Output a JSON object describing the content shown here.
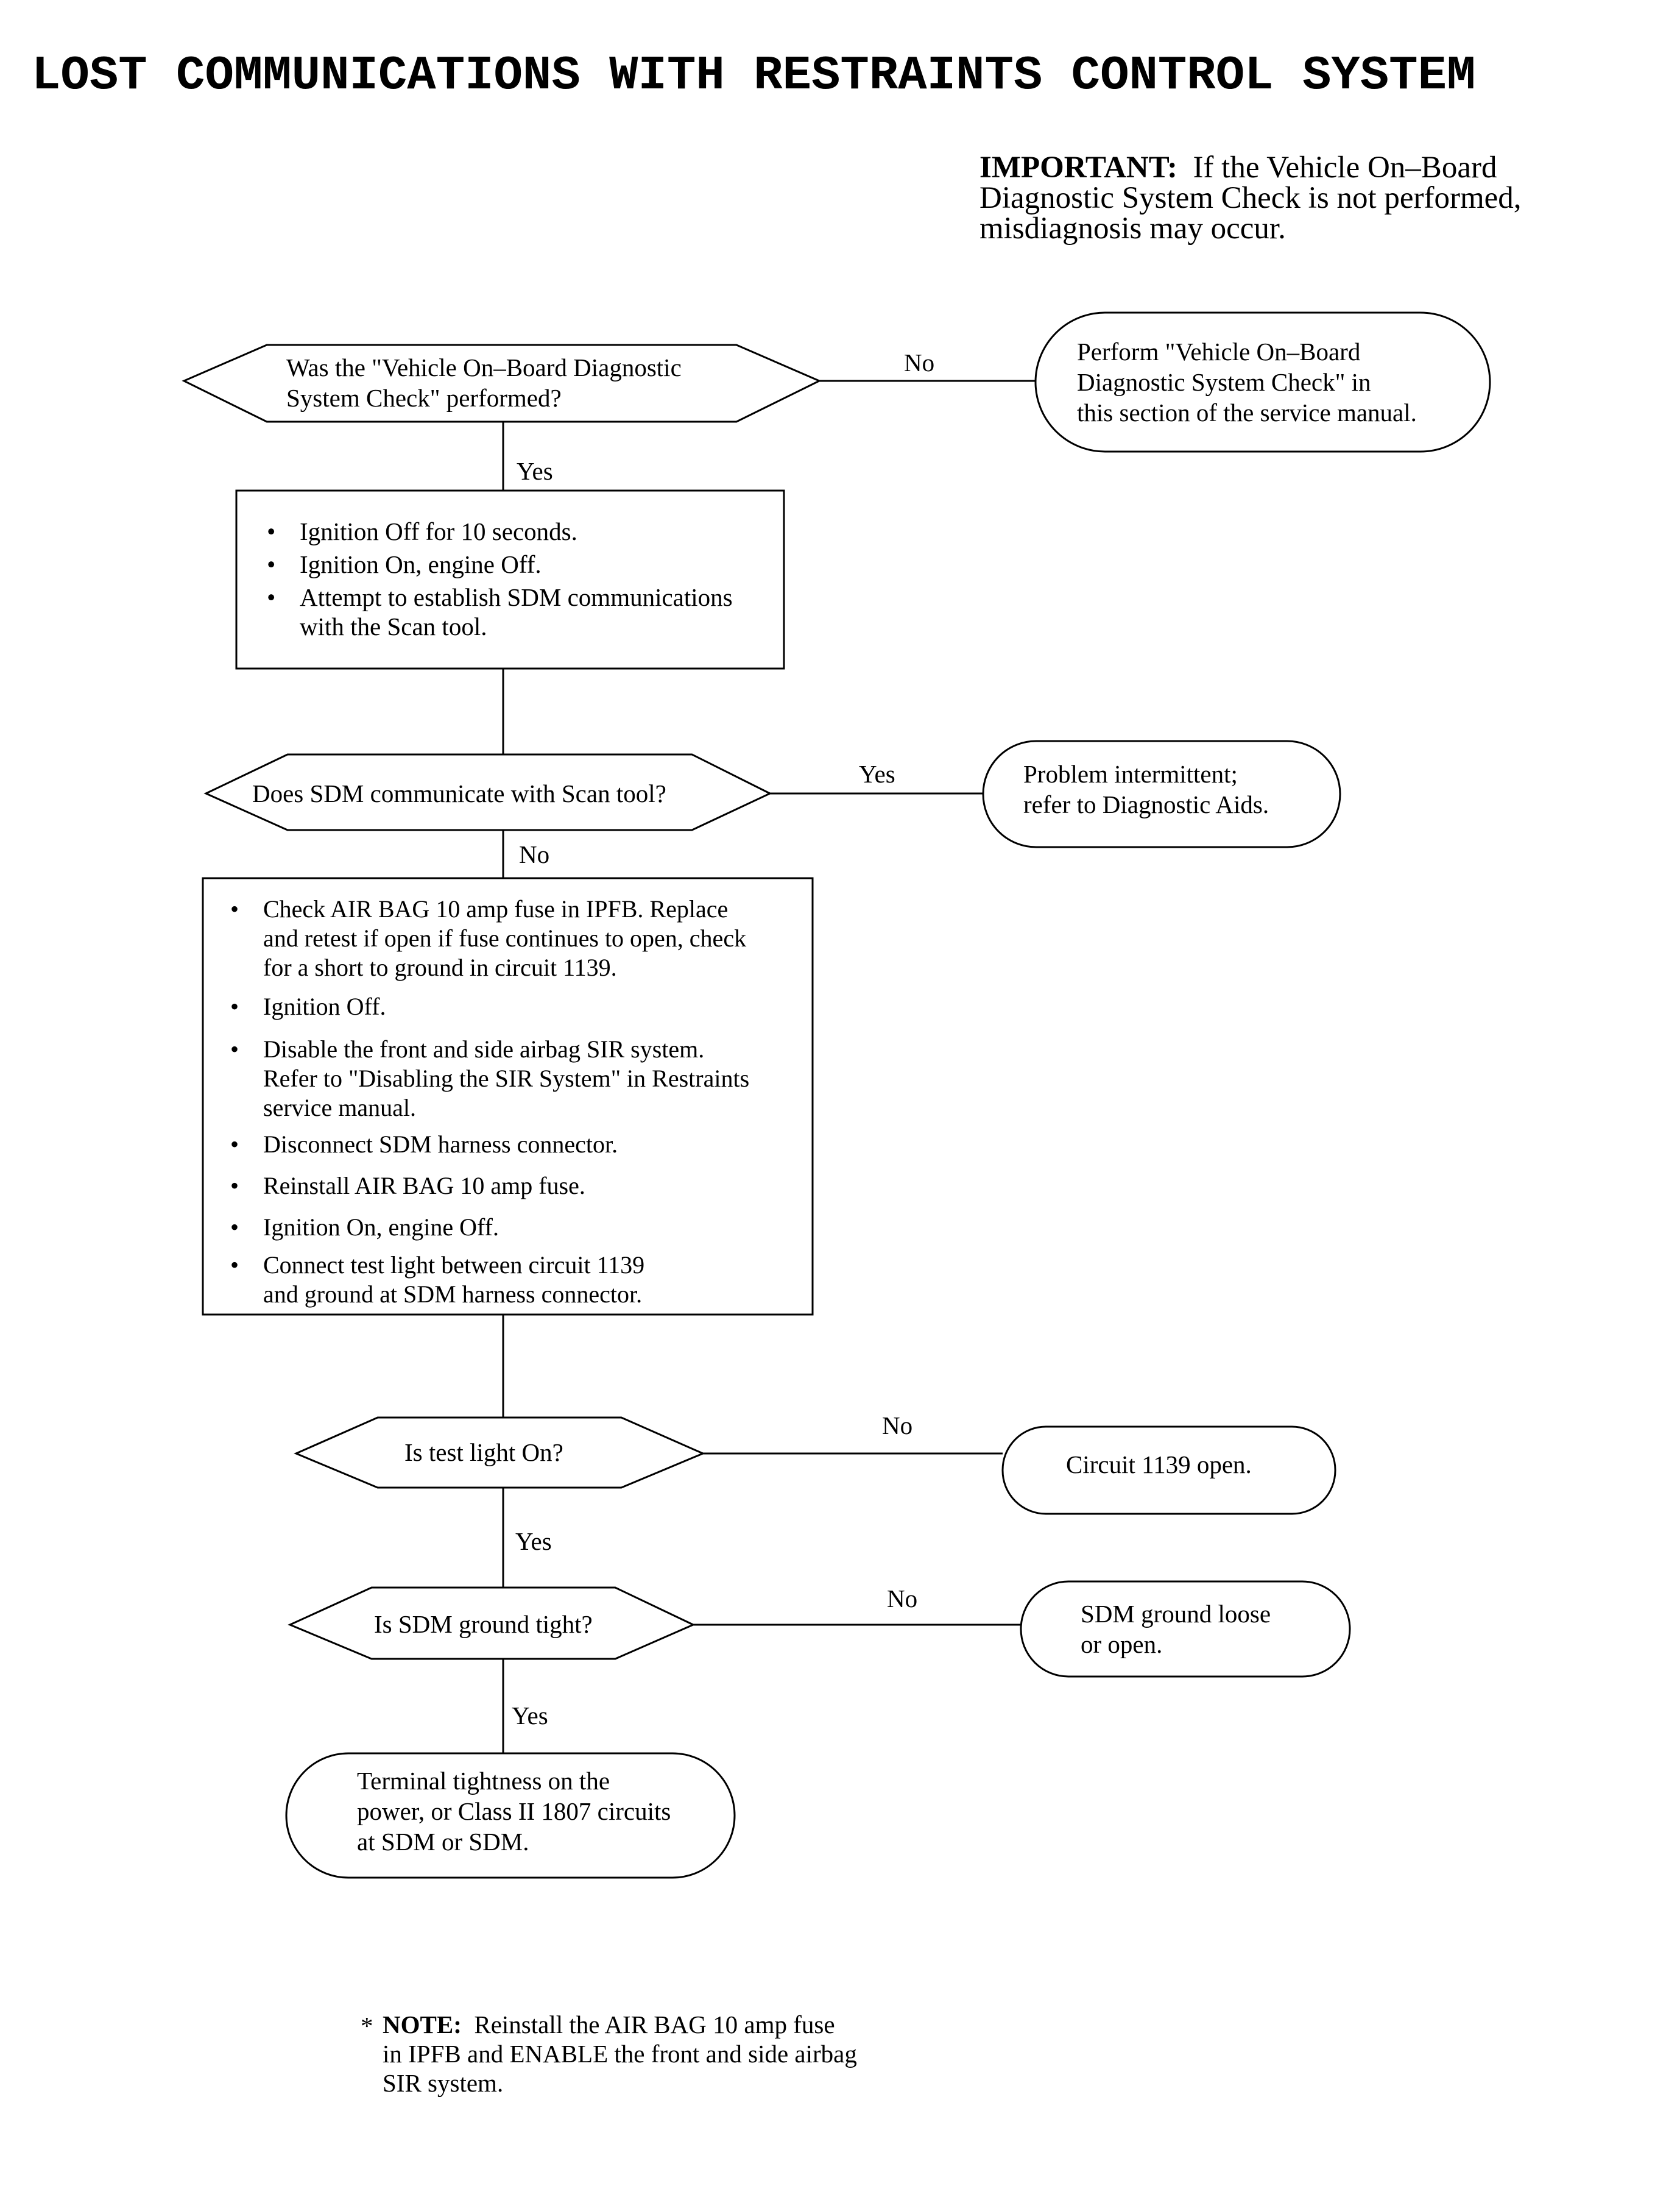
{
  "title": "LOST COMMUNICATIONS WITH RESTRAINTS CONTROL SYSTEM",
  "important": {
    "label": "IMPORTANT:",
    "lines": [
      "If the Vehicle On–Board",
      "Diagnostic System Check is not performed,",
      "misdiagnosis may occur."
    ]
  },
  "steps": {
    "q1": [
      "Was the \"Vehicle On–Board Diagnostic",
      "System Check\" performed?"
    ],
    "q1_no_label": "No",
    "q1_no_result": [
      "Perform \"Vehicle On–Board",
      "Diagnostic System Check\" in",
      "this section of the service manual."
    ],
    "q1_yes_label": "Yes",
    "box1_items": [
      [
        "Ignition Off for 10 seconds."
      ],
      [
        "Ignition On, engine Off."
      ],
      [
        "Attempt to establish SDM communications",
        "with the Scan tool."
      ]
    ],
    "q2": [
      "Does SDM communicate with Scan tool?"
    ],
    "q2_yes_label": "Yes",
    "q2_yes_result": [
      "Problem intermittent;",
      "refer to Diagnostic Aids."
    ],
    "q2_no_label": "No",
    "box2_items": [
      [
        "Check AIR BAG 10 amp fuse in IPFB.  Replace",
        "and retest if open if fuse continues to open, check",
        "for a short to ground in circuit 1139."
      ],
      [
        "Ignition Off."
      ],
      [
        "Disable the front and side airbag SIR system.",
        "Refer to \"Disabling the SIR System\" in Restraints",
        "service manual."
      ],
      [
        "Disconnect SDM harness connector."
      ],
      [
        "Reinstall AIR BAG 10 amp fuse."
      ],
      [
        "Ignition On, engine Off."
      ],
      [
        "Connect test light between circuit 1139",
        "and ground at SDM harness connector."
      ]
    ],
    "q3": [
      "Is test light On?"
    ],
    "q3_no_label": "No",
    "q3_no_result": [
      "Circuit 1139 open."
    ],
    "q3_yes_label": "Yes",
    "q4": [
      "Is SDM ground tight?"
    ],
    "q4_no_label": "No",
    "q4_no_result": [
      "SDM ground loose",
      "or open."
    ],
    "q4_yes_label": "Yes",
    "final_result": [
      "Terminal tightness on the",
      "power, or Class II 1807 circuits",
      "at SDM or SDM."
    ]
  },
  "note": {
    "marker": "*",
    "label": "NOTE:",
    "lines": [
      "Reinstall the AIR BAG 10 amp fuse",
      "in IPFB and ENABLE the front and side airbag",
      "SIR system."
    ]
  }
}
